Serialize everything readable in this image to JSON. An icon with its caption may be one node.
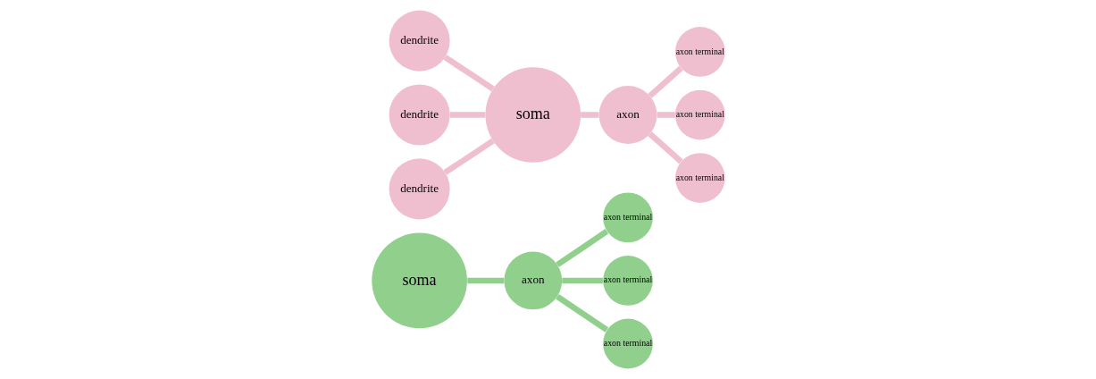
{
  "diagram": {
    "nodes": [
      {
        "text": [
          "soma"
        ]
      },
      {
        "text": [
          "axon"
        ]
      },
      {
        "text": [
          "axon terminal"
        ]
      },
      {
        "text": [
          "axon terminal"
        ]
      },
      {
        "text": [
          "axon terminal"
        ]
      },
      {
        "text": [
          "dendrite"
        ]
      },
      {
        "text": [
          "dendrite"
        ]
      },
      {
        "text": [
          "dendrite"
        ]
      },
      {
        "text": [
          "soma"
        ]
      },
      {
        "text": [
          "axon"
        ]
      },
      {
        "text": [
          "axon terminal"
        ]
      },
      {
        "text": [
          "axon terminal"
        ]
      },
      {
        "text": [
          "axon terminal"
        ]
      }
    ],
    "edges": [
      {
        "from": 0,
        "to": 1,
        "arrow": "none",
        "color": "#90d08c"
      },
      {
        "from": 1,
        "to": 2,
        "arrow": "none",
        "color": "#90d08c"
      },
      {
        "from": 1,
        "to": 3,
        "arrow": "none",
        "color": "#90d08c"
      },
      {
        "from": 1,
        "to": 4,
        "arrow": "none",
        "color": "#90d08c"
      },
      {
        "from": 5,
        "to": 8,
        "arrow": "none"
      },
      {
        "from": 6,
        "to": 8,
        "arrow": "none"
      },
      {
        "from": 7,
        "to": 8,
        "arrow": "none"
      },
      {
        "from": 8,
        "to": 9,
        "arrow": "none"
      },
      {
        "from": 9,
        "to": 10,
        "arrow": "none"
      },
      {
        "from": 9,
        "to": 11,
        "arrow": "none"
      },
      {
        "from": 9,
        "to": 12,
        "arrow": "none"
      }
    ]
  }
}
